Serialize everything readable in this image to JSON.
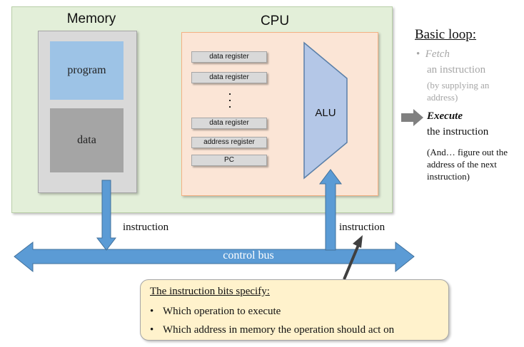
{
  "memory": {
    "title": "Memory",
    "program_label": "program",
    "data_label": "data"
  },
  "cpu": {
    "title": "CPU",
    "registers": [
      "data register",
      "data register",
      "data register",
      "address register",
      "PC"
    ],
    "ellipsis": "⋮",
    "alu_label": "ALU"
  },
  "bus": {
    "label": "control bus",
    "left_arrow_label": "instruction",
    "right_arrow_label": "instruction"
  },
  "side": {
    "title": "Basic loop:",
    "fetch_bullet": "•",
    "fetch_word": "Fetch",
    "fetch_sub": "an instruction",
    "fetch_note": "(by supplying an address)",
    "execute_word": "Execute",
    "execute_sub": "the instruction",
    "execute_note": "(And… figure out the address of the next instruction)"
  },
  "callout": {
    "title": "The instruction bits specify:",
    "bullet": "•",
    "items": [
      "Which operation to execute",
      "Which address in memory the operation should act on"
    ]
  },
  "colors": {
    "system_bg": "#e3efd9",
    "cpu_bg": "#fbe5d6",
    "program_bg": "#9dc3e6",
    "data_bg": "#a5a5a5",
    "alu_fill": "#b4c7e7",
    "arrow_blue": "#5b9bd5",
    "callout_bg": "#fff2cc",
    "muted_text": "#a6a6a6"
  }
}
